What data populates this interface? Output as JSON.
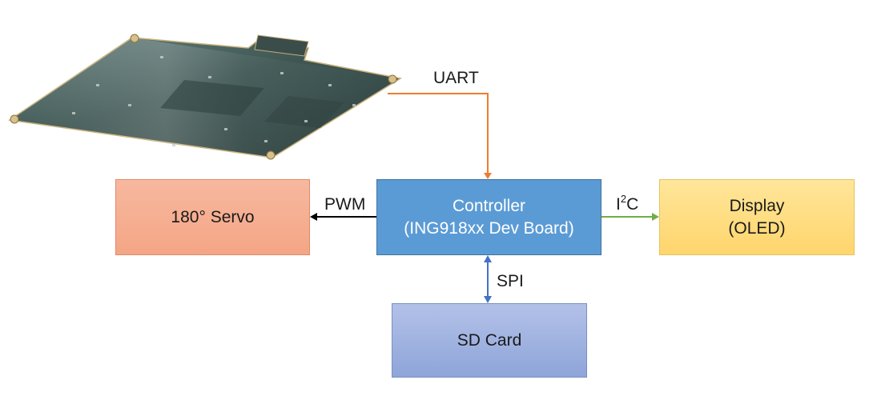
{
  "blocks": {
    "servo": {
      "line1": "180° Servo"
    },
    "controller": {
      "line1": "Controller",
      "line2": "(ING918xx Dev Board)"
    },
    "display": {
      "line1": "Display",
      "line2": "(OLED)"
    },
    "sdcard": {
      "line1": "SD Card"
    }
  },
  "connections": {
    "uart": "UART",
    "pwm": "PWM",
    "i2c": {
      "base1": "I",
      "sup": "2",
      "base2": "C"
    },
    "spi": "SPI"
  },
  "colors": {
    "uart_line": "#ed7d31",
    "pwm_line": "#000000",
    "i2c_line": "#70ad47",
    "spi_line": "#4472c4",
    "controller_fill": "#5b9bd5",
    "servo_fill": "#f4a685",
    "display_fill": "#ffd56c",
    "sdcard_fill": "#8ea5d9"
  },
  "image": {
    "subject": "dev-board-photo"
  }
}
